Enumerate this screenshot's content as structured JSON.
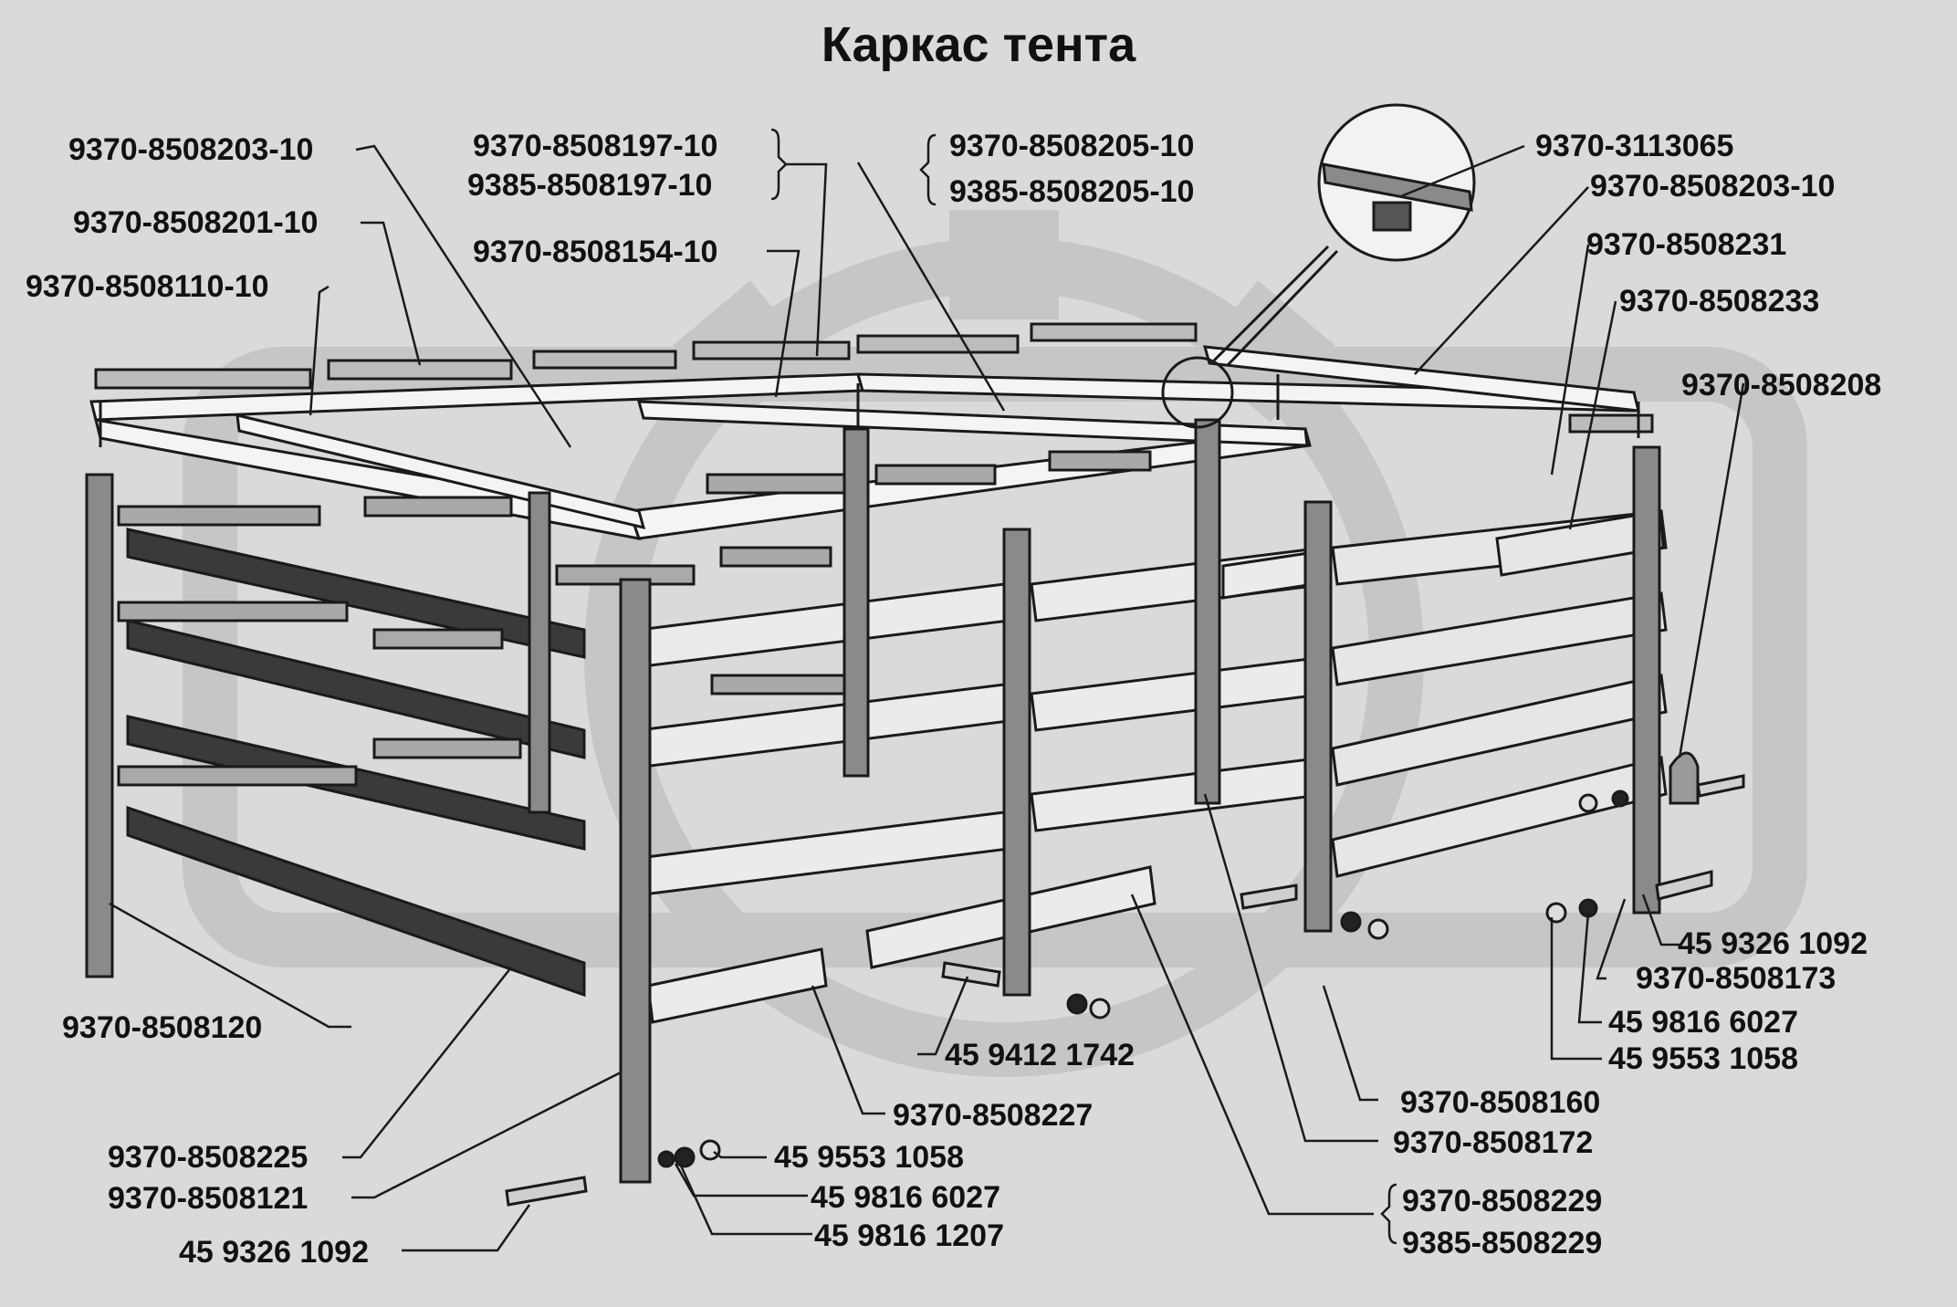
{
  "title": "Каркас тента",
  "colors": {
    "background": "#dadada",
    "line": "#1a1a1a",
    "watermark": "#c4c4c4"
  },
  "labels": {
    "l01": "9370-8508203-10",
    "l02": "9370-8508201-10",
    "l03": "9370-8508110-10",
    "l04": "9370-8508197-10",
    "l05": "9385-8508197-10",
    "l06": "9370-8508154-10",
    "l07": "9370-8508205-10",
    "l08": "9385-8508205-10",
    "l09": "9370-3113065",
    "l10": "9370-8508203-10",
    "l11": "9370-8508231",
    "l12": "9370-8508233",
    "l13": "9370-8508208",
    "l14": "45 9326 1092",
    "l15": "9370-8508173",
    "l16": "45 9816 6027",
    "l17": "45 9553 1058",
    "l18": "9370-8508120",
    "l19": "45 9412 1742",
    "l20": "9370-8508227",
    "l21": "9370-8508160",
    "l22": "9370-8508172",
    "l23": "9370-8508225",
    "l24": "45 9553 1058",
    "l25": "9370-8508121",
    "l26": "45 9816 6027",
    "l27": "45 9816 1207",
    "l28": "45 9326 1092",
    "l29": "9370-8508229",
    "l30": "9385-8508229"
  }
}
